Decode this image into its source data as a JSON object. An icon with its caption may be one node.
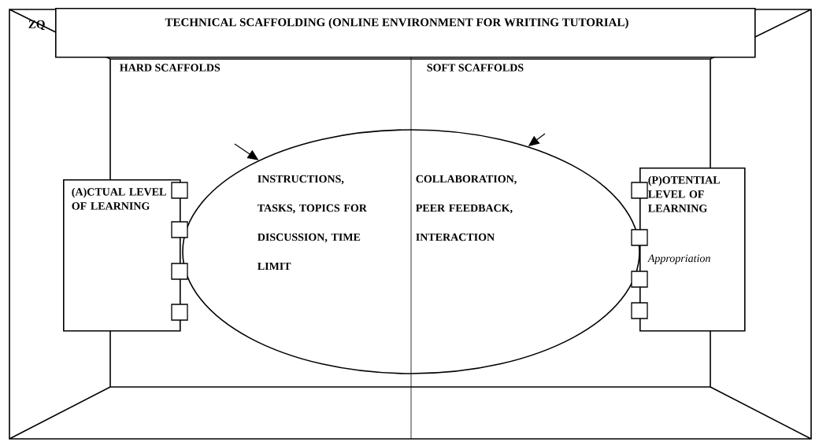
{
  "diagram": {
    "nodes": [
      {
        "text": [
          "TECHNICAL SCAFFOLDING (ONLINE ENVIRONMENT FOR WRITING TUTORIAL)"
        ]
      },
      {
        "text": [
          "INSTRUCTIONS, TASKS, TOPICS FOR DISCUSSION, TIME LIMIT",
          "COLLABORATION, PEER FEEDBACK, INTERACTION"
        ]
      },
      {
        "text": [
          "(A)CTUAL LEVEL OF LEARNING"
        ]
      },
      {
        "text": [
          "(P)OTENTIAL LEVEL OF LEARNING",
          "Appropriation"
        ]
      }
    ],
    "edges": [
      {
        "from": null,
        "to": 1,
        "arrow": "to"
      },
      {
        "from": null,
        "to": 1,
        "arrow": "to"
      }
    ],
    "labels": [
      "ZQ",
      "HARD SCAFFOLDS",
      "SOFT SCAFFOLDS"
    ]
  }
}
